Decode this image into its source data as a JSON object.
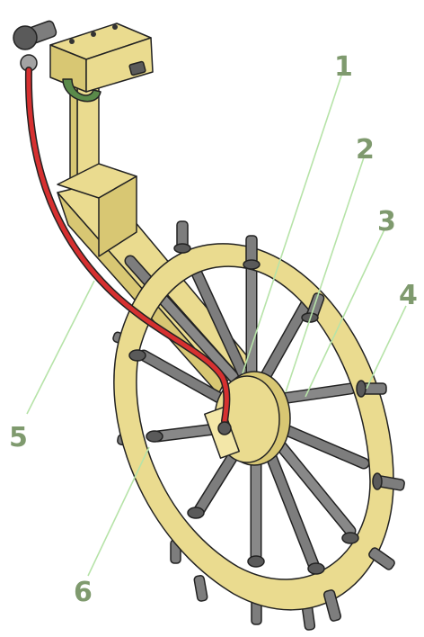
{
  "callouts": [
    {
      "label": "1"
    },
    {
      "label": "2"
    },
    {
      "label": "3"
    },
    {
      "label": "4"
    },
    {
      "label": "5"
    },
    {
      "label": "6"
    }
  ],
  "colors": {
    "wood": "#eadb8f",
    "metal": "#7d7d7d",
    "cable": "#d63030",
    "clamp": "#5a8a4a",
    "label": "#7f9a6e",
    "leader": "#b6e3a8"
  }
}
